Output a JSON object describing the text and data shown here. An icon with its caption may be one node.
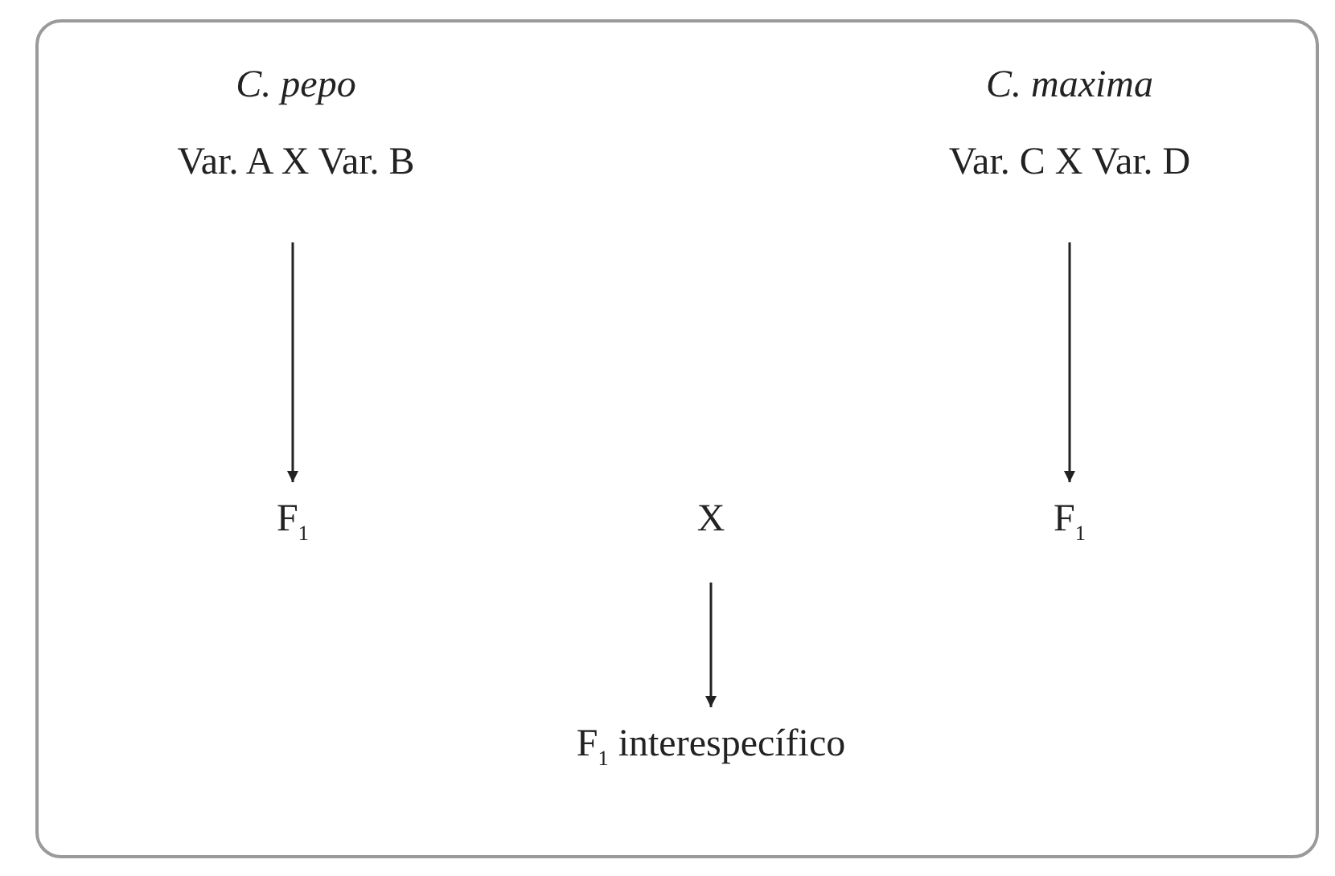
{
  "diagram": {
    "nodes": [
      {
        "text": [],
        "shape": "box"
      },
      {
        "text": [
          "C. pepo",
          "Var. A X Var. B"
        ],
        "in": 0
      },
      {
        "text": [
          "C. maxima",
          "Var. C X Var. D"
        ],
        "in": 0
      },
      {
        "text": [
          "F$_{1}$"
        ],
        "in": 0
      },
      {
        "text": [
          "X"
        ],
        "in": 0
      },
      {
        "text": [
          "F$_{1}$"
        ],
        "in": 0
      },
      {
        "text": [
          "F$_{1}$ interespecífico"
        ],
        "in": 0
      }
    ],
    "edges": [
      {
        "from": 1,
        "to": 3,
        "arrow": "to"
      },
      {
        "from": 2,
        "to": 5,
        "arrow": "to"
      },
      {
        "from": 4,
        "to": 6,
        "arrow": "to"
      }
    ]
  }
}
